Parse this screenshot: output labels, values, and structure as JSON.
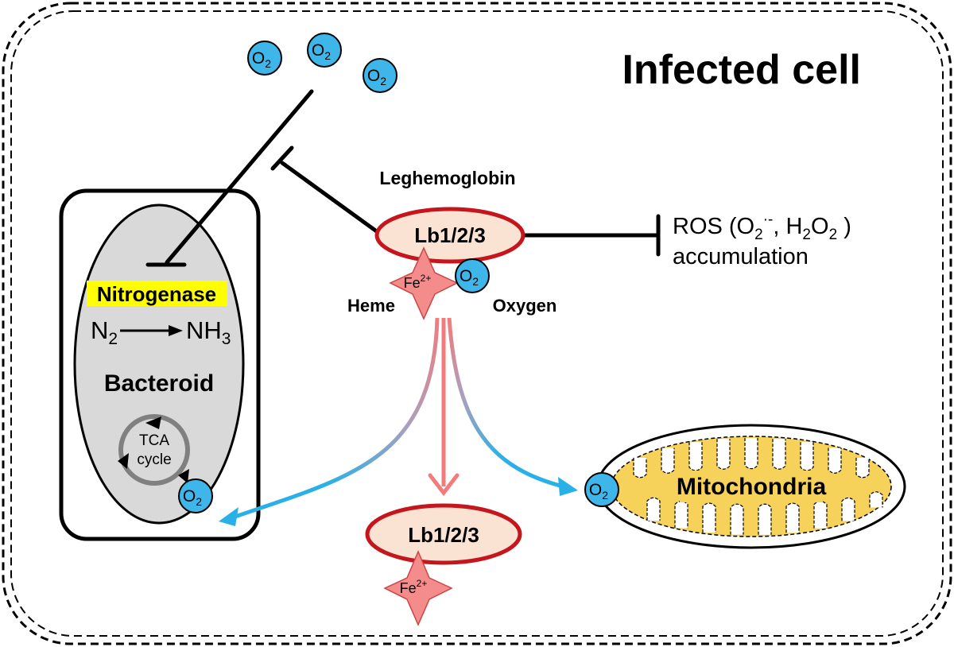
{
  "title": "Infected cell",
  "oxygen_molecule": "O",
  "oxygen_subscript": "2",
  "leghemoglobin_label": "Leghemoglobin",
  "lb_label": "Lb1/2/3",
  "iron": "Fe",
  "iron_charge": "2+",
  "heme_label": "Heme",
  "oxygen_label": "Oxygen",
  "ros": {
    "part1": "ROS (O",
    "sub1": "2",
    "sup1": "·-",
    "part2": ", H",
    "sub2": "2",
    "part3": "O",
    "sub3": "2",
    "part4": " )",
    "line2": "accumulation"
  },
  "bacteroid": {
    "nitrogenase": "Nitrogenase",
    "n2": "N",
    "n2_sub": "2",
    "nh3": "NH",
    "nh3_sub": "3",
    "label": "Bacteroid",
    "tca_line1": "TCA",
    "tca_line2": "cycle"
  },
  "mitochondria_label": "Mitochondria",
  "colors": {
    "oxygen_fill": "#3fb6ea",
    "heme_fill": "#f48c8c",
    "lb_fill": "#fbe3d4",
    "lb_border": "#c4161c",
    "bacteroid_fill": "#d9d9d9",
    "mito_fill": "#f7d25a",
    "highlight": "#ffff00",
    "arrow_blue": "#29b0e6",
    "arrow_red": "#f37b7b"
  }
}
